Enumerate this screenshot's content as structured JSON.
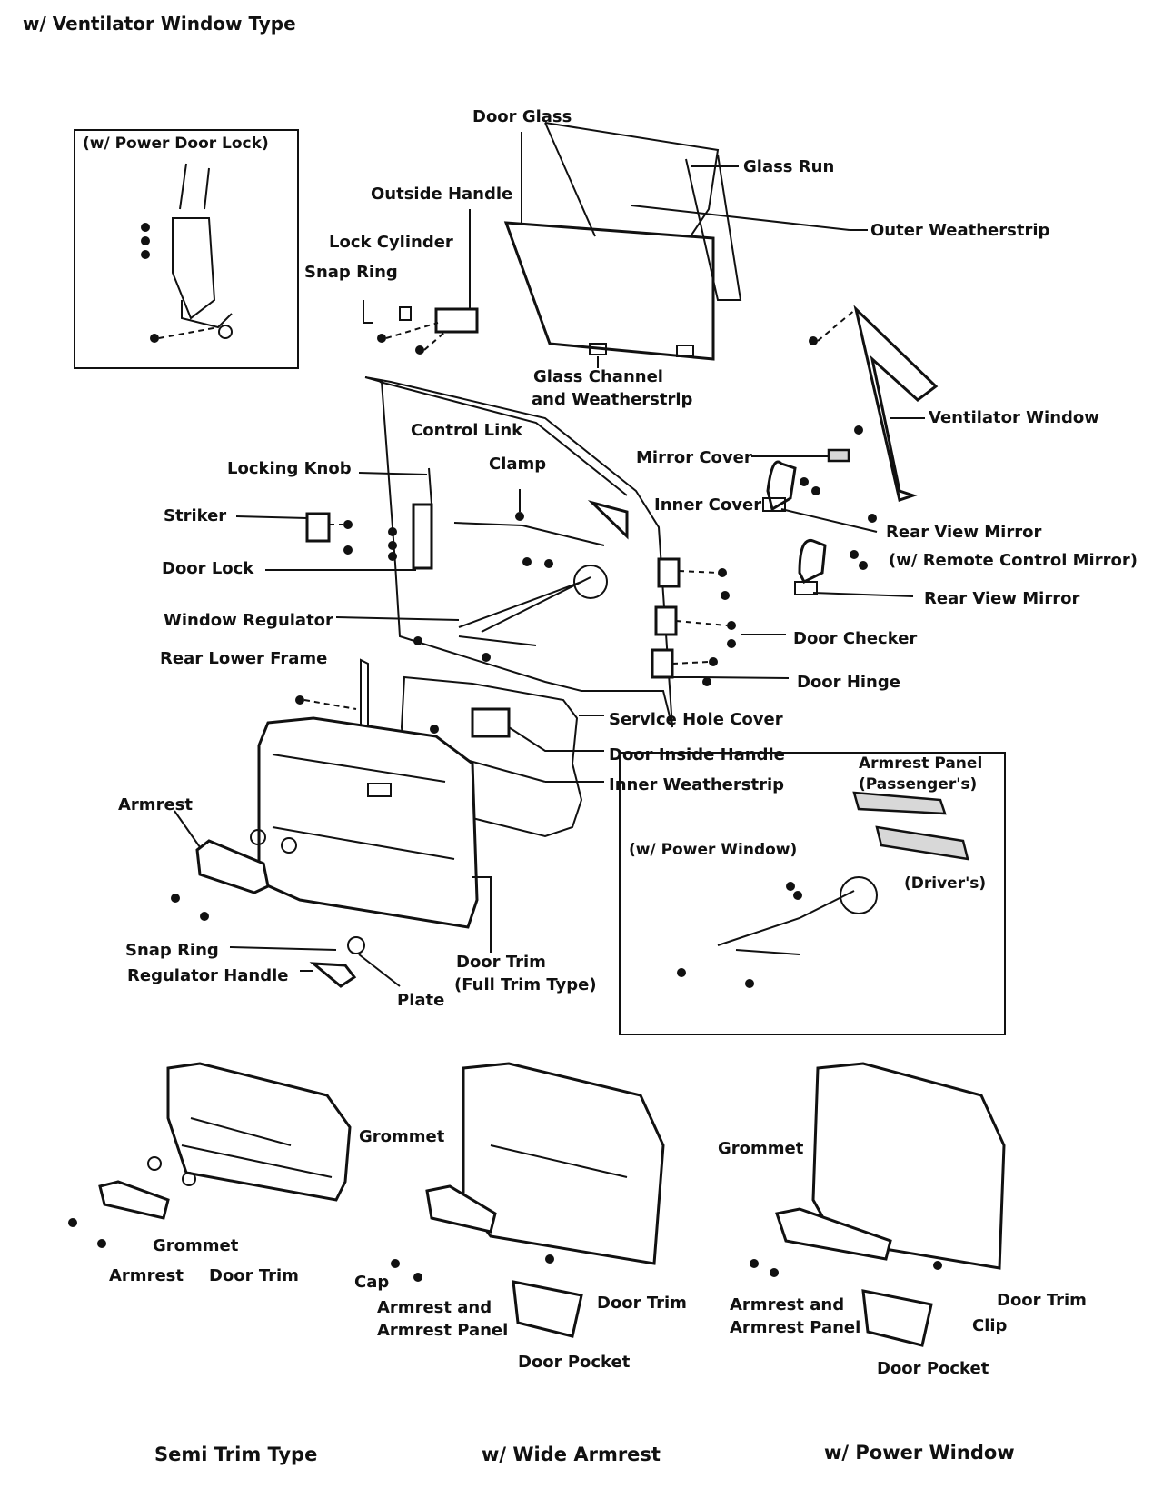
{
  "title": "w/ Ventilator Window Type",
  "insets": {
    "power_door_lock": "(w/ Power Door Lock)",
    "power_window": "(w/ Power Window)"
  },
  "labels": {
    "door_glass": "Door Glass",
    "glass_run": "Glass Run",
    "outer_weatherstrip": "Outer Weatherstrip",
    "outside_handle": "Outside Handle",
    "lock_cylinder": "Lock Cylinder",
    "snap_ring_top": "Snap Ring",
    "glass_channel_1": "Glass Channel",
    "glass_channel_2": "and Weatherstrip",
    "ventilator_window": "Ventilator Window",
    "control_link": "Control Link",
    "clamp": "Clamp",
    "mirror_cover": "Mirror Cover",
    "locking_knob": "Locking Knob",
    "inner_cover": "Inner Cover",
    "rear_view_mirror": "Rear View Mirror",
    "remote_control_mirror": "(w/ Remote Control Mirror)",
    "rear_view_mirror_2": "Rear View Mirror",
    "striker": "Striker",
    "door_lock": "Door Lock",
    "window_regulator": "Window Regulator",
    "door_checker": "Door Checker",
    "rear_lower_frame": "Rear Lower Frame",
    "door_hinge": "Door Hinge",
    "service_hole_cover": "Service Hole Cover",
    "door_inside_handle": "Door Inside Handle",
    "inner_weatherstrip": "Inner Weatherstrip",
    "armrest_panel_1": "Armrest Panel",
    "armrest_panel_2": "(Passenger's)",
    "drivers": "(Driver's)",
    "armrest": "Armrest",
    "snap_ring_bottom": "Snap Ring",
    "regulator_handle": "Regulator Handle",
    "plate": "Plate",
    "door_trim_full_1": "Door Trim",
    "door_trim_full_2": "(Full Trim Type)",
    "grommet_1": "Grommet",
    "grommet_2": "Grommet",
    "grommet_3": "Grommet",
    "armrest_semi": "Armrest",
    "door_trim_semi": "Door Trim",
    "cap": "Cap",
    "armrest_and_1": "Armrest and",
    "armrest_and_2": "Armrest Panel",
    "door_trim_wide": "Door Trim",
    "door_pocket_1": "Door Pocket",
    "armrest_and_3": "Armrest and",
    "armrest_and_4": "Armrest Panel",
    "door_trim_pw": "Door Trim",
    "clip": "Clip",
    "door_pocket_2": "Door Pocket"
  },
  "footer": {
    "semi_trim": "Semi Trim Type",
    "wide_armrest": "w/ Wide Armrest",
    "power_window": "w/ Power Window"
  }
}
